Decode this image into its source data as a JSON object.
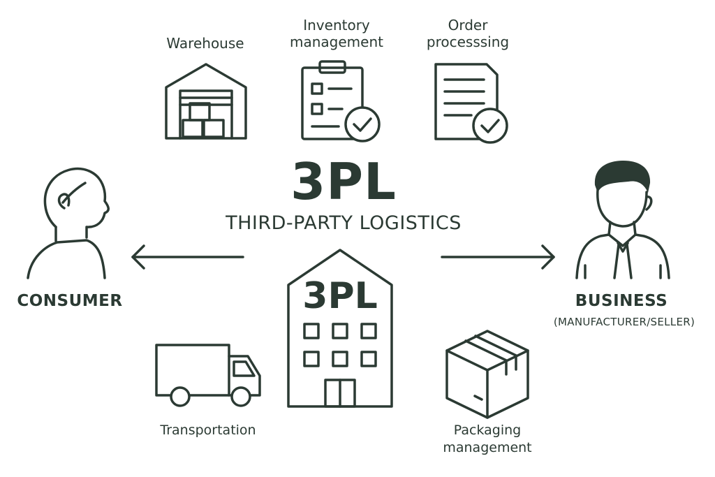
{
  "title": {
    "main": "3PL",
    "subtitle": "THIRD-PARTY LOGISTICS"
  },
  "services": {
    "warehouse": "Warehouse",
    "inventory": [
      "Inventory",
      "management"
    ],
    "order": [
      "Order",
      "processsing"
    ],
    "transportation": "Transportation",
    "packaging": [
      "Packaging",
      "management"
    ]
  },
  "parties": {
    "consumer": "CONSUMER",
    "business": "BUSINESS",
    "business_sub": "(MANUFACTURER/SELLER)"
  },
  "building_label": "3PL",
  "colors": {
    "ink": "#2b3a33",
    "background": "#ffffff"
  },
  "icons": [
    "warehouse-icon",
    "clipboard-check-icon",
    "document-check-icon",
    "person-icon",
    "businessman-icon",
    "building-icon",
    "truck-icon",
    "box-icon",
    "arrow-left-icon",
    "arrow-right-icon"
  ]
}
